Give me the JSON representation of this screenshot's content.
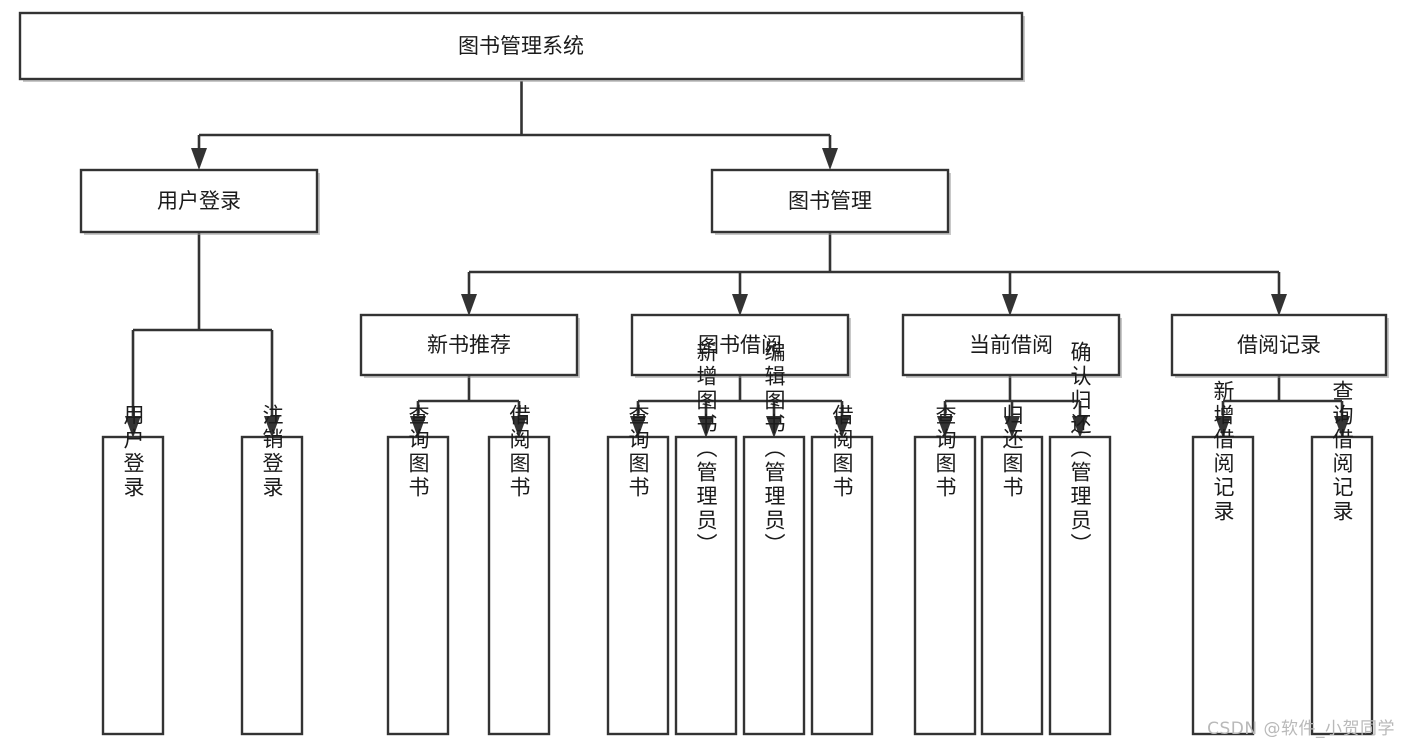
{
  "diagram": {
    "type": "tree-hierarchy-chart",
    "title": "图书管理系统",
    "orientation": "top-down",
    "colors": {
      "box_fill": "#ffffff",
      "box_stroke": "#333333",
      "text": "#1b1b1b",
      "watermark": "#b9b9b9",
      "background": "#ffffff"
    },
    "levels": {
      "level1": {
        "label": "图书管理系统"
      },
      "level2": [
        {
          "label": "用户登录"
        },
        {
          "label": "图书管理"
        }
      ],
      "level3": [
        {
          "label": "新书推荐",
          "parent": "图书管理"
        },
        {
          "label": "图书借阅",
          "parent": "图书管理"
        },
        {
          "label": "当前借阅",
          "parent": "图书管理"
        },
        {
          "label": "借阅记录",
          "parent": "图书管理"
        }
      ],
      "level4": [
        {
          "label": "用户登录",
          "parent": "用户登录"
        },
        {
          "label": "注销登录",
          "parent": "用户登录"
        },
        {
          "label": "查询图书",
          "parent": "新书推荐"
        },
        {
          "label": "借阅图书",
          "parent": "新书推荐"
        },
        {
          "label": "查询图书",
          "parent": "图书借阅"
        },
        {
          "label": "新增图书（管理员）",
          "parent": "图书借阅"
        },
        {
          "label": "编辑图书（管理员）",
          "parent": "图书借阅"
        },
        {
          "label": "借阅图书",
          "parent": "图书借阅"
        },
        {
          "label": "查询图书",
          "parent": "当前借阅"
        },
        {
          "label": "归还图书",
          "parent": "当前借阅"
        },
        {
          "label": "确认归还（管理员）",
          "parent": "当前借阅"
        },
        {
          "label": "新增借阅记录",
          "parent": "借阅记录"
        },
        {
          "label": "查询借阅记录",
          "parent": "借阅记录"
        }
      ]
    }
  },
  "watermark": {
    "text": "CSDN @软件_小贺同学"
  }
}
